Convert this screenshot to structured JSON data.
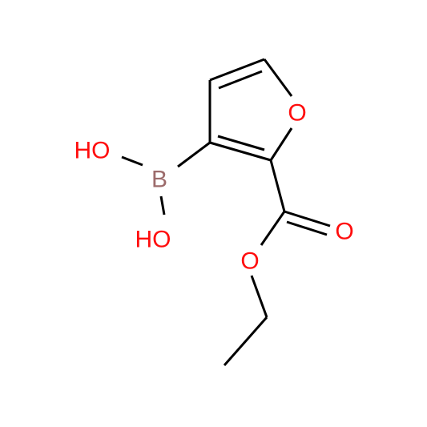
{
  "molecule": {
    "atoms": {
      "boron": {
        "label": "B",
        "color": "#9c6b6b"
      },
      "hydroxyl_upper": {
        "label": "HO",
        "color": "#ff0d0d"
      },
      "hydroxyl_lower": {
        "label": "HO",
        "color": "#ff0d0d"
      },
      "ring_oxygen": {
        "label": "O",
        "color": "#ff0d0d"
      },
      "carbonyl_oxygen": {
        "label": "O",
        "color": "#ff0d0d"
      },
      "ester_oxygen": {
        "label": "O",
        "color": "#ff0d0d"
      }
    },
    "bond_color": "#000000",
    "background": "#ffffff"
  }
}
